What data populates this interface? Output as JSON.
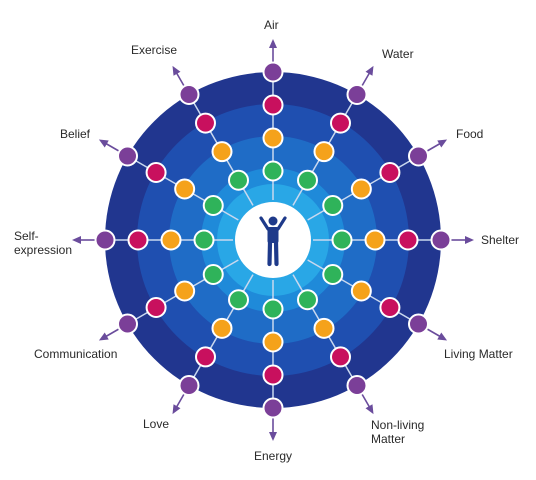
{
  "colors": {
    "ring_outer": "#21368f",
    "ring_2": "#1f4fb0",
    "ring_3": "#1f6cc6",
    "ring_4": "#1f8ad9",
    "ring_inner": "#29a7e6",
    "center": "#ffffff",
    "figure": "#1e3a8a",
    "spoke": "#c9d8ef",
    "arrow": "#6a4c9c",
    "node_outer": "#7b3f98",
    "node_red": "#c8105e",
    "node_orange": "#f5a21b",
    "node_green": "#2fb35a"
  },
  "center_icon": "person-arms-raised-icon",
  "spokes": [
    {
      "label": "Air"
    },
    {
      "label": "Water"
    },
    {
      "label": "Food"
    },
    {
      "label": "Shelter"
    },
    {
      "label": "Living Matter"
    },
    {
      "label": "Non-living Matter"
    },
    {
      "label": "Energy"
    },
    {
      "label": "Love"
    },
    {
      "label": "Communication"
    },
    {
      "label": "Self-expression"
    },
    {
      "label": "Belief"
    },
    {
      "label": "Exercise"
    }
  ]
}
